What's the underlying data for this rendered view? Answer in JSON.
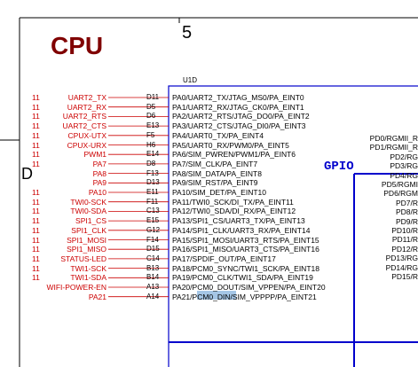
{
  "sheet_number": "5",
  "section_title": "CPU",
  "part_ref": "U1D",
  "block_label": "GPIO",
  "edge_marker": "D",
  "colors": {
    "frame": "#000000",
    "net": "#cc0000",
    "wire": "#cc0000",
    "ic_border": "#0000cc",
    "title": "#800000",
    "gpio": "#0000cc",
    "highlight": "#8fb8e0"
  },
  "pins": [
    {
      "sheet": "11",
      "net": "UART2_TX",
      "num": "D11",
      "func": "PA0/UART2_TX/JTAG_MS0/PA_EINT0"
    },
    {
      "sheet": "11",
      "net": "UART2_RX",
      "num": "D5",
      "func": "PA1/UART2_RX/JTAG_CK0/PA_EINT1"
    },
    {
      "sheet": "11",
      "net": "UART2_RTS",
      "num": "D6",
      "func": "PA2/UART2_RTS/JTAG_DO0/PA_EINT2"
    },
    {
      "sheet": "11",
      "net": "UART2_CTS",
      "num": "E13",
      "func": "PA3/UART2_CTS/JTAG_DI0/PA_EINT3"
    },
    {
      "sheet": "11",
      "net": "CPUX-UTX",
      "num": "F5",
      "func": "PA4/UART0_TX/PA_EINT4"
    },
    {
      "sheet": "11",
      "net": "CPUX-URX",
      "num": "H6",
      "func": "PA5/UART0_RX/PWM0/PA_EINT5"
    },
    {
      "sheet": "11",
      "net": "PWM1",
      "num": "E14",
      "func": "PA6/SIM_PWREN/PWM1/PA_EINT6"
    },
    {
      "sheet": "11",
      "net": "PA7",
      "num": "D8",
      "func": "PA7/SIM_CLK/PA_EINT7"
    },
    {
      "sheet": "",
      "net": "PA8",
      "num": "F13",
      "func": "PA8/SIM_DATA/PA_EINT8"
    },
    {
      "sheet": "",
      "net": "PA9",
      "num": "D13",
      "func": "PA9/SIM_RST/PA_EINT9"
    },
    {
      "sheet": "11",
      "net": "PA10",
      "num": "E11",
      "func": "PA10/SIM_DET/PA_EINT10"
    },
    {
      "sheet": "11",
      "net": "TWI0-SCK",
      "num": "F11",
      "func": "PA11/TWI0_SCK/DI_TX/PA_EINT11"
    },
    {
      "sheet": "11",
      "net": "TWI0-SDA",
      "num": "C13",
      "func": "PA12/TWI0_SDA/DI_RX/PA_EINT12"
    },
    {
      "sheet": "11",
      "net": "SPI1_CS",
      "num": "E15",
      "func": "PA13/SPI1_CS/UART3_TX/PA_EINT13"
    },
    {
      "sheet": "11",
      "net": "SPI1_CLK",
      "num": "G12",
      "func": "PA14/SPI1_CLK/UART3_RX/PA_EINT14"
    },
    {
      "sheet": "11",
      "net": "SPI1_MOSI",
      "num": "F14",
      "func": "PA15/SPI1_MOSI/UART3_RTS/PA_EINT15"
    },
    {
      "sheet": "11",
      "net": "SPI1_MISO",
      "num": "D15",
      "func": "PA16/SPI1_MISO/UART3_CTS/PA_EINT16"
    },
    {
      "sheet": "11",
      "net": "STATUS-LED",
      "num": "C14",
      "func": "PA17/SPDIF_OUT/PA_EINT17"
    },
    {
      "sheet": "11",
      "net": "TWI1-SCK",
      "num": "B13",
      "func": "PA18/PCM0_SYNC/TWI1_SCK/PA_EINT18"
    },
    {
      "sheet": "11",
      "net": "TWI1-SDA",
      "num": "B14",
      "func": "PA19/PCM0_CLK/TWI1_SDA/PA_EINT19"
    },
    {
      "sheet": "",
      "net": "WIFI-POWER-EN",
      "num": "A13",
      "func": "PA20/PCM0_DOUT/SIM_VPPEN/PA_EINT20"
    },
    {
      "sheet": "",
      "net": "PA21",
      "num": "A14",
      "func": "PA21/PCM0_DIN/SIM_VPPPP/PA_EINT21"
    }
  ],
  "right_pins": [
    "PD0/RGMII_R",
    "PD1/RGMII_R",
    "PD2/RG",
    "PD3/RG",
    "PD4/RG",
    "PD5/RGMI",
    "PD6/RGM",
    "PD7/R",
    "PD8/R",
    "PD9/R",
    "PD10/R",
    "PD11/R",
    "PD12/R",
    "PD13/RG",
    "PD14/RG",
    "PD15/R"
  ]
}
